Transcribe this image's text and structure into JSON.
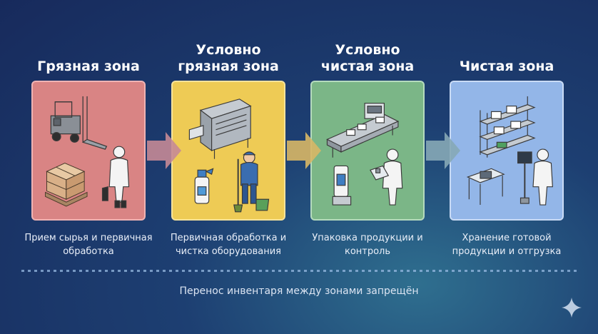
{
  "zones": [
    {
      "title": "Грязная зона",
      "description": "Прием сырья и первичная обработка",
      "color": "#e07a7a"
    },
    {
      "title": "Условно грязная зона",
      "description": "Первичная обработка и чистка оборудования",
      "color": "#eecd52"
    },
    {
      "title": "Условно чистая зона",
      "description": "Упаковка продукции и контроль",
      "color": "#7ab585"
    },
    {
      "title": "Чистая зона",
      "description": "Хранение готовой продукции и отгрузка",
      "color": "#8fb2e6"
    }
  ],
  "footer_note": "Перенос инвентаря между зонами запрещён",
  "icons": [
    "forklift-icon",
    "pallet-boxes-icon",
    "worker-icon",
    "washing-machine-icon",
    "spray-bottle-icon",
    "cleaner-icon",
    "conveyor-icon",
    "hand-sanitizer-icon",
    "inspector-icon",
    "shelving-icon",
    "table-icon",
    "computer-terminal-icon",
    "sparkle-icon"
  ]
}
